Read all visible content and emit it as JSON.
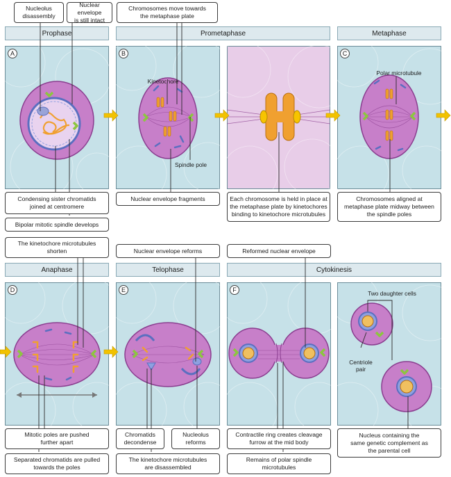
{
  "phases": {
    "prophase": "Prophase",
    "prometaphase": "Prometaphase",
    "metaphase": "Metaphase",
    "anaphase": "Anaphase",
    "telophase": "Telophase",
    "cytokinesis": "Cytokinesis"
  },
  "panel_letters": {
    "a": "A",
    "b": "B",
    "c": "C",
    "d": "D",
    "e": "E",
    "f": "F"
  },
  "top_callouts": {
    "nucleolus_disassembly": "Nucleolus\ndisassembly",
    "nuclear_envelope_intact": "Nuclear envelope\nis still intact",
    "chromosomes_move": "Chromosomes move towards\nthe metaphase plate",
    "kinetochore_shorten": "The kinetochore microtubules\nshorten",
    "nuclear_envelope_reforms": "Nuclear envelope reforms",
    "reformed_nuclear_envelope": "Reformed nuclear envelope"
  },
  "bottom_callouts": {
    "condensing": "Condensing sister chromatids\njoined at centromere",
    "bipolar": "Bipolar mitotic spindle develops",
    "nuclear_fragments": "Nuclear envelope fragments",
    "each_chromosome": "Each chromosome is held in place at\nthe metaphase plate by kinetochores\nbinding to kinetochore microtubules",
    "aligned": "Chromosomes aligned at\nmetaphase plate midway between\nthe spindle poles",
    "poles_pushed": "Mitotic poles are pushed\nfurther apart",
    "separated": "Separated chromatids are pulled\ntowards the poles",
    "decondense": "Chromatids\ndecondense",
    "nucleolus_reforms": "Nucleolus\nreforms",
    "kinetochore_disassembled": "The kinetochore microtubules\nare disassembled",
    "contractile": "Contractile ring creates cleavage\nfurrow at the mid body",
    "remains": "Remains of polar spindle\nmicrotubules",
    "nucleus_containing": "Nucleus containing the\nsame genetic complement as\nthe parental cell"
  },
  "inline_labels": {
    "kinetochore": "Kinetochore",
    "spindle_pole": "Spindle pole",
    "polar_microtubule": "Polar microtubule",
    "two_daughter_cells": "Two daughter cells",
    "centriole_pair": "Centriole\npair"
  },
  "colors": {
    "panel_bg": "#c6e1e8",
    "zoom_bg": "#e8cde8",
    "cell_fill": "#c77fc9",
    "cell_edge": "#8a3d8f",
    "chromosome": "#f0a030",
    "nucleus_blue": "#5b6fc0",
    "centriole": "#8cc63f",
    "arrow": "#f2c200",
    "phase_header": "#dde9ee"
  }
}
